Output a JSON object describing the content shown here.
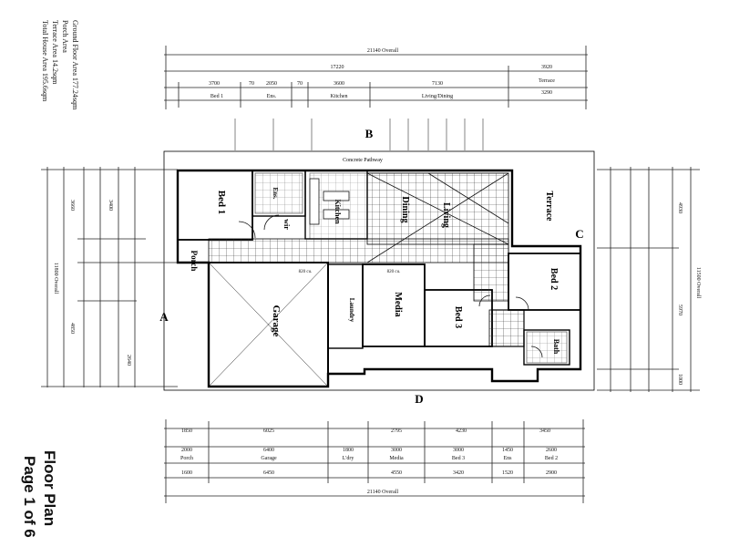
{
  "areas": {
    "ground_floor": "Ground Floor Area  177.24sqm",
    "porch": "Porch Area",
    "terrace": "Terrace Area  14.2sqm",
    "total": "Total House Area  195.6sqm"
  },
  "title": {
    "line1": "Floor Plan",
    "line2": "Page 1 of 6"
  },
  "elevations": {
    "a": "A",
    "b": "B",
    "c": "C",
    "d": "D"
  },
  "rooms": {
    "bed1": "Bed 1",
    "bed2": "Bed 2",
    "bed3": "Bed 3",
    "ens": "Ens.",
    "kitchen": "Kitchen",
    "wir": "wir",
    "dining": "Dining",
    "living": "Living",
    "terrace": "Terrace",
    "porch": "Porch",
    "garage": "Garage",
    "media": "Media",
    "laundry": "Laundry",
    "bath": "Bath",
    "pathway": "Concrete Pathway"
  },
  "dims_top": {
    "overall": "21140 Overall",
    "row1_a": "17220",
    "row1_b": "3920",
    "row1_c": "Terrace",
    "row2": [
      "3700",
      "70",
      "2050",
      "70",
      "3600",
      "7130",
      "3290"
    ],
    "row2_labels": [
      "Bed 1",
      "Ens.",
      "Kitchen",
      "Living/Dining"
    ]
  },
  "dims_bottom": {
    "row1": [
      "1850",
      "6025",
      "2795",
      "4230",
      "3450"
    ],
    "row2": [
      "2000",
      "6400",
      "1800",
      "3000",
      "3000",
      "1450",
      "2600"
    ],
    "row2_labels": [
      "Porch",
      "Garage",
      "L'dry",
      "Media",
      "Bed 3",
      "Ens",
      "Bed 2"
    ],
    "row3": [
      "1600",
      "6450",
      "4550",
      "3420",
      "1520",
      "2900"
    ],
    "overall": "21140 Overall"
  },
  "dims_left": {
    "overall": "11800 Overall",
    "segments": [
      "3660",
      "3400",
      "4850",
      "2640"
    ]
  },
  "dims_right": {
    "overall": "11500 Overall",
    "segments": [
      "4930",
      "5970",
      "1000"
    ]
  },
  "notes": {
    "w1": "820 cu.",
    "w2": "820 cu."
  }
}
